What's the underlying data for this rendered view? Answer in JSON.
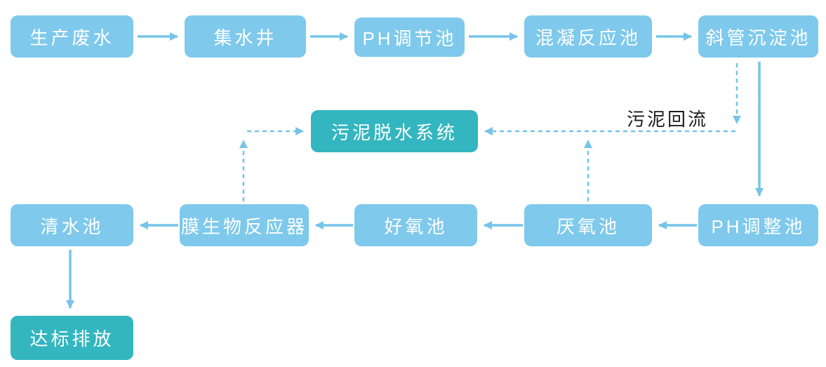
{
  "diagram": {
    "type": "flowchart",
    "nodes": {
      "production_wastewater": "生产废水",
      "collection_well": "集水井",
      "ph_regulation_tank": "PH调节池",
      "coagulation_reaction_tank": "混凝反应池",
      "inclined_tube_sedimentation_tank": "斜管沉淀池",
      "sludge_dewatering_system": "污泥脱水系统",
      "ph_adjustment_tank": "PH调整池",
      "anaerobic_tank": "厌氧池",
      "aerobic_tank": "好氧池",
      "membrane_bioreactor": "膜生物反应器",
      "clear_water_tank": "清水池",
      "standard_discharge": "达标排放"
    },
    "annotations": {
      "sludge_return": "污泥回流"
    },
    "colors": {
      "node_fill": "#7EC9EC",
      "accent_fill": "#33B6BF",
      "arrow": "#76C4E8",
      "node_text": "#FFFFFF",
      "annotation_text": "#1B1B1B",
      "background": "#FFFFFF"
    }
  }
}
